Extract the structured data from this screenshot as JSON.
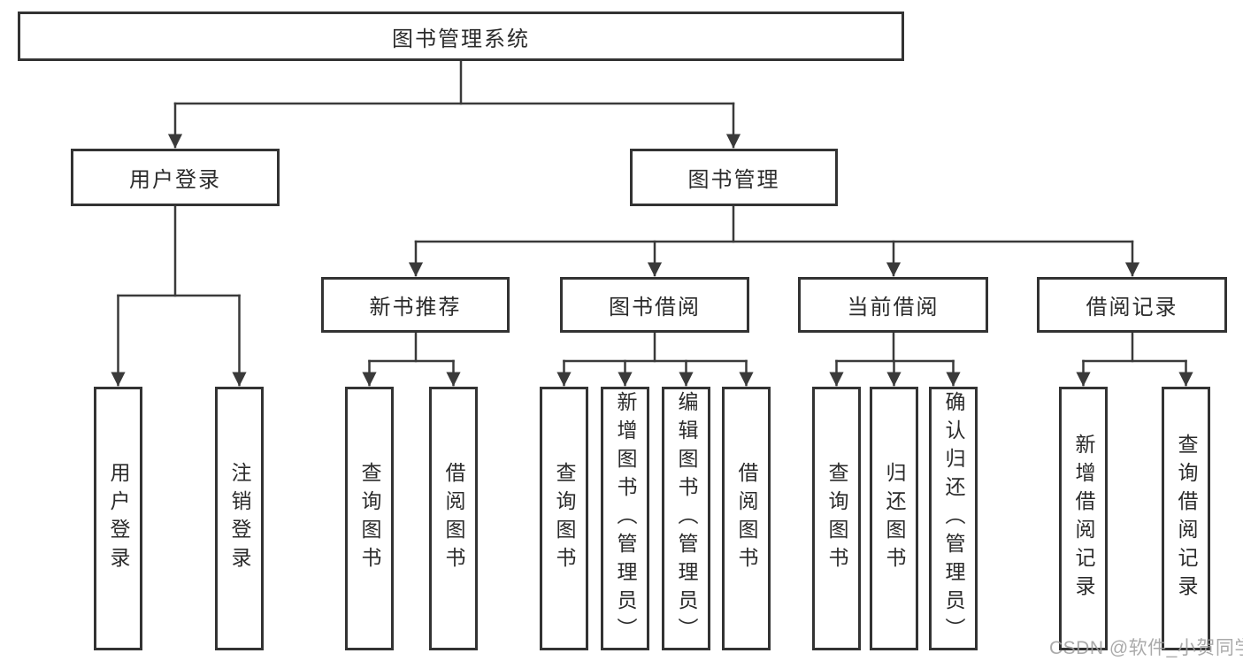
{
  "diagram": {
    "root": "图书管理系统",
    "children": [
      {
        "label": "用户登录",
        "children": [
          "用户登录",
          "注销登录"
        ]
      },
      {
        "label": "图书管理",
        "children": [
          {
            "label": "新书推荐",
            "children": [
              "查询图书",
              "借阅图书"
            ]
          },
          {
            "label": "图书借阅",
            "children": [
              "查询图书",
              "新增图书（管理员）",
              "编辑图书（管理员）",
              "借阅图书"
            ]
          },
          {
            "label": "当前借阅",
            "children": [
              "查询图书",
              "归还图书",
              "确认归还（管理员）"
            ]
          },
          {
            "label": "借阅记录",
            "children": [
              "新增借阅记录",
              "查询借阅记录"
            ]
          }
        ]
      }
    ]
  },
  "watermark": {
    "text": "CSDN @软件_小贺同学"
  },
  "colors": {
    "line": "#3a3a3a",
    "box_border": "#333333",
    "text": "#2b2b2b",
    "watermark": "#9e9e9e",
    "background": "#ffffff"
  }
}
